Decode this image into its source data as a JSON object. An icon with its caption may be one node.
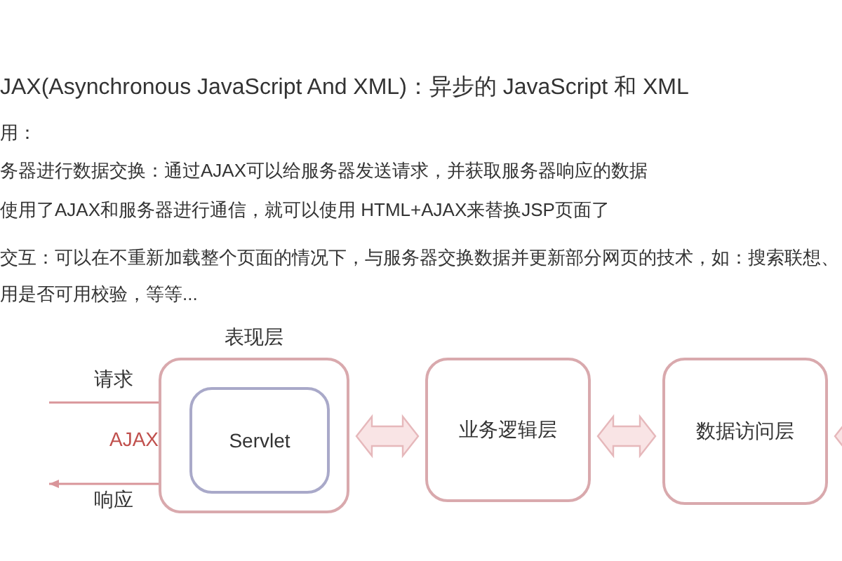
{
  "diagram": {
    "nodes": [
      {
        "text": [
          "表现层"
        ]
      },
      {
        "text": [
          "Servlet"
        ],
        "in": 0
      },
      {
        "text": [
          "业务逻辑层"
        ]
      },
      {
        "text": [
          "数据访问层"
        ]
      }
    ],
    "edges": [
      {
        "from": null,
        "to": 1,
        "arrow": "to",
        "label": "请求"
      },
      {
        "from": 1,
        "to": null,
        "arrow": "to",
        "label": "响应"
      },
      {
        "from": 0,
        "to": 2,
        "arrow": "both"
      },
      {
        "from": 2,
        "to": 3,
        "arrow": "both"
      },
      {
        "from": 3,
        "to": null,
        "arrow": "both"
      }
    ],
    "labels": [
      "JAX(Asynchronous JavaScript And XML)：异步的 JavaScript 和 XML",
      "用：",
      "务器进行数据交换：通过AJAX可以给服务器发送请求，并获取服务器响应的数据",
      "使用了AJAX和服务器进行通信，就可以使用 HTML+AJAX来替换JSP页面了",
      "交互：可以在不重新加载整个页面的情况下，与服务器交换数据并更新部分网页的技术，如：搜索联想、用是否可用校验，等等...",
      "AJAX"
    ]
  }
}
